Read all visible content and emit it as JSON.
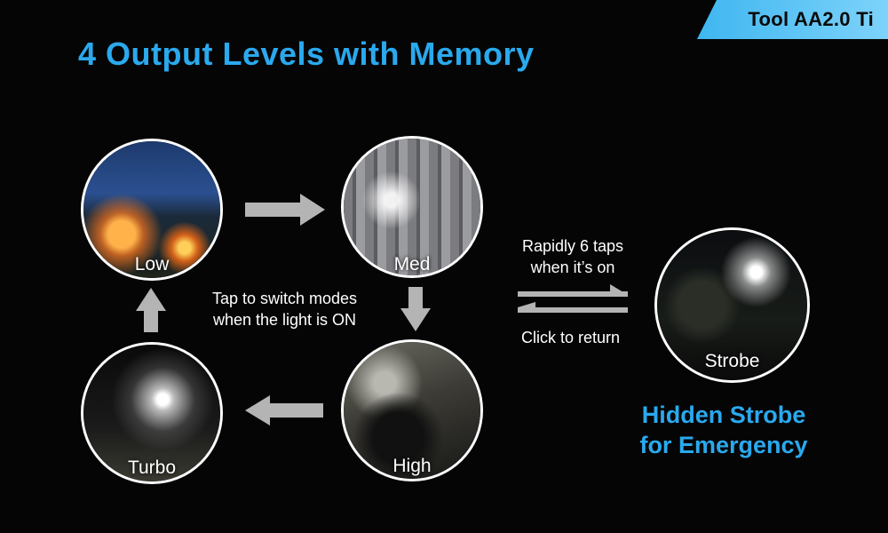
{
  "badge": {
    "label": "Tool AA2.0 Ti"
  },
  "title": "4 Output Levels with Memory",
  "modes": {
    "low": "Low",
    "med": "Med",
    "high": "High",
    "turbo": "Turbo",
    "strobe": "Strobe"
  },
  "cycle_caption": {
    "line1": "Tap to switch modes",
    "line2": "when the light is ON"
  },
  "strobe_switch": {
    "enter_line1": "Rapidly 6 taps",
    "enter_line2": "when it’s on",
    "exit": "Click to return"
  },
  "hidden_strobe": {
    "line1": "Hidden Strobe",
    "line2": "for Emergency"
  },
  "colors": {
    "accent": "#2aa9ee",
    "badge": "#5cc4f5",
    "arrow": "#b4b4b4",
    "background": "#050505"
  }
}
